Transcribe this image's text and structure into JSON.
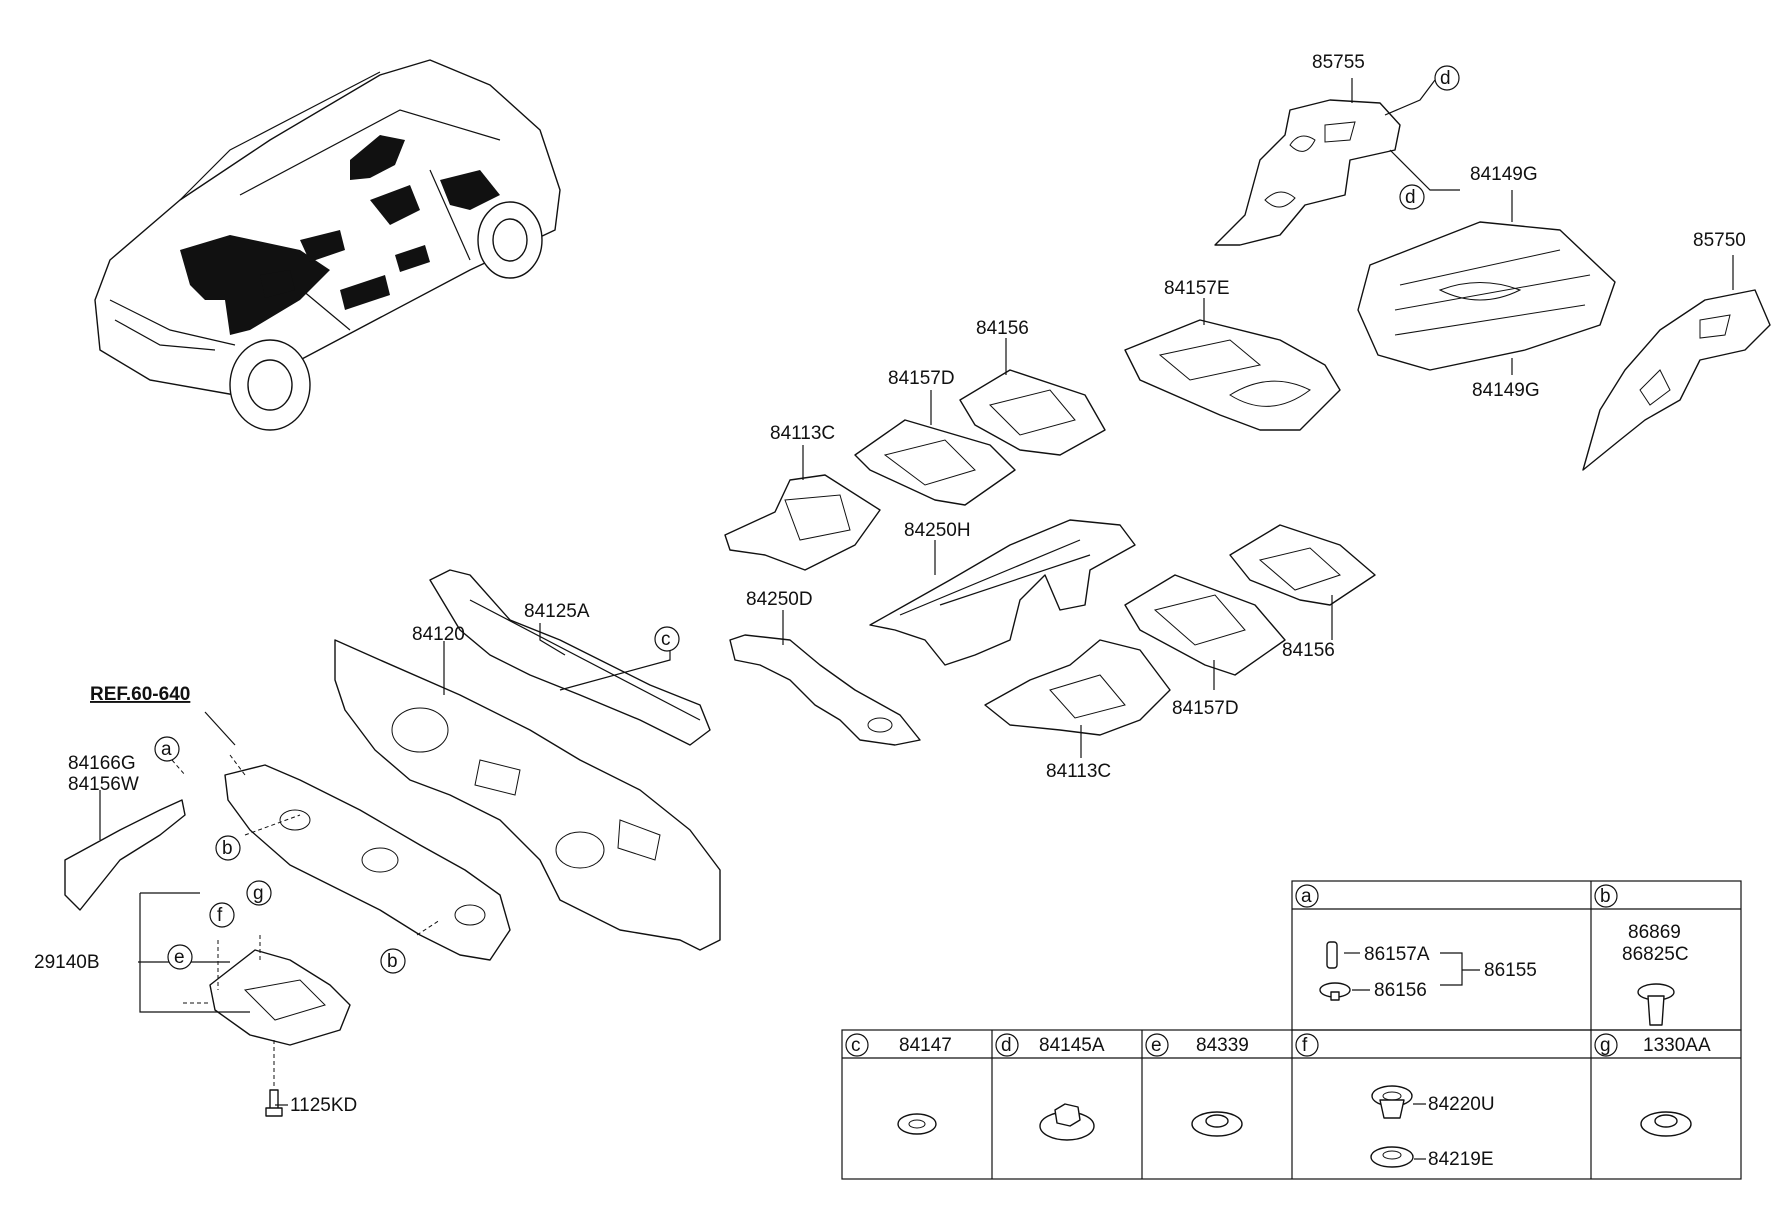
{
  "reference": "REF.60-640",
  "part_numbers": {
    "p85755": "85755",
    "p84149g_top": "84149G",
    "p84149g_bottom": "84149G",
    "p85750": "85750",
    "p84157e": "84157E",
    "p84156_top": "84156",
    "p84157d_top": "84157D",
    "p84113c_top": "84113C",
    "p84250h": "84250H",
    "p84250d": "84250D",
    "p84125a": "84125A",
    "p84120": "84120",
    "p84156_bottom": "84156",
    "p84157d_bottom": "84157D",
    "p84113c_bottom": "84113C",
    "p84166g": "84166G",
    "p84156w": "84156W",
    "p29140b": "29140B",
    "p1125kd": "1125KD"
  },
  "callout_letters": {
    "a": "a",
    "b": "b",
    "c": "c",
    "d": "d",
    "e": "e",
    "f": "f",
    "g": "g"
  },
  "legend": {
    "a": {
      "letter": "a",
      "parts": [
        "86157A",
        "86156"
      ],
      "assembly": "86155"
    },
    "b": {
      "letter": "b",
      "parts": [
        "86869",
        "86825C"
      ]
    },
    "c": {
      "letter": "c",
      "part": "84147"
    },
    "d": {
      "letter": "d",
      "part": "84145A"
    },
    "e": {
      "letter": "e",
      "part": "84339"
    },
    "f": {
      "letter": "f",
      "parts": [
        "84220U",
        "84219E"
      ]
    },
    "g": {
      "letter": "g",
      "part": "1330AA"
    }
  }
}
